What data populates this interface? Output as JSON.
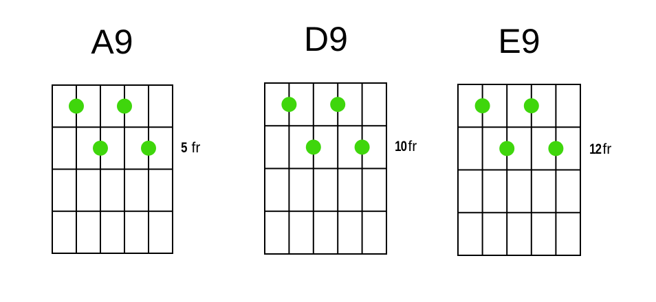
{
  "dot_color": "#3fd60c",
  "chords": [
    {
      "name": "A9",
      "fret_number": "5",
      "fret_suffix": "fr",
      "dots": [
        {
          "string": 2,
          "fret": 1
        },
        {
          "string": 4,
          "fret": 1
        },
        {
          "string": 3,
          "fret": 2
        },
        {
          "string": 5,
          "fret": 2
        }
      ]
    },
    {
      "name": "D9",
      "fret_number": "10",
      "fret_suffix": "fr",
      "dots": [
        {
          "string": 2,
          "fret": 1
        },
        {
          "string": 4,
          "fret": 1
        },
        {
          "string": 3,
          "fret": 2
        },
        {
          "string": 5,
          "fret": 2
        }
      ]
    },
    {
      "name": "E9",
      "fret_number": "12",
      "fret_suffix": "fr",
      "dots": [
        {
          "string": 2,
          "fret": 1
        },
        {
          "string": 4,
          "fret": 1
        },
        {
          "string": 3,
          "fret": 2
        },
        {
          "string": 5,
          "fret": 2
        }
      ]
    }
  ]
}
